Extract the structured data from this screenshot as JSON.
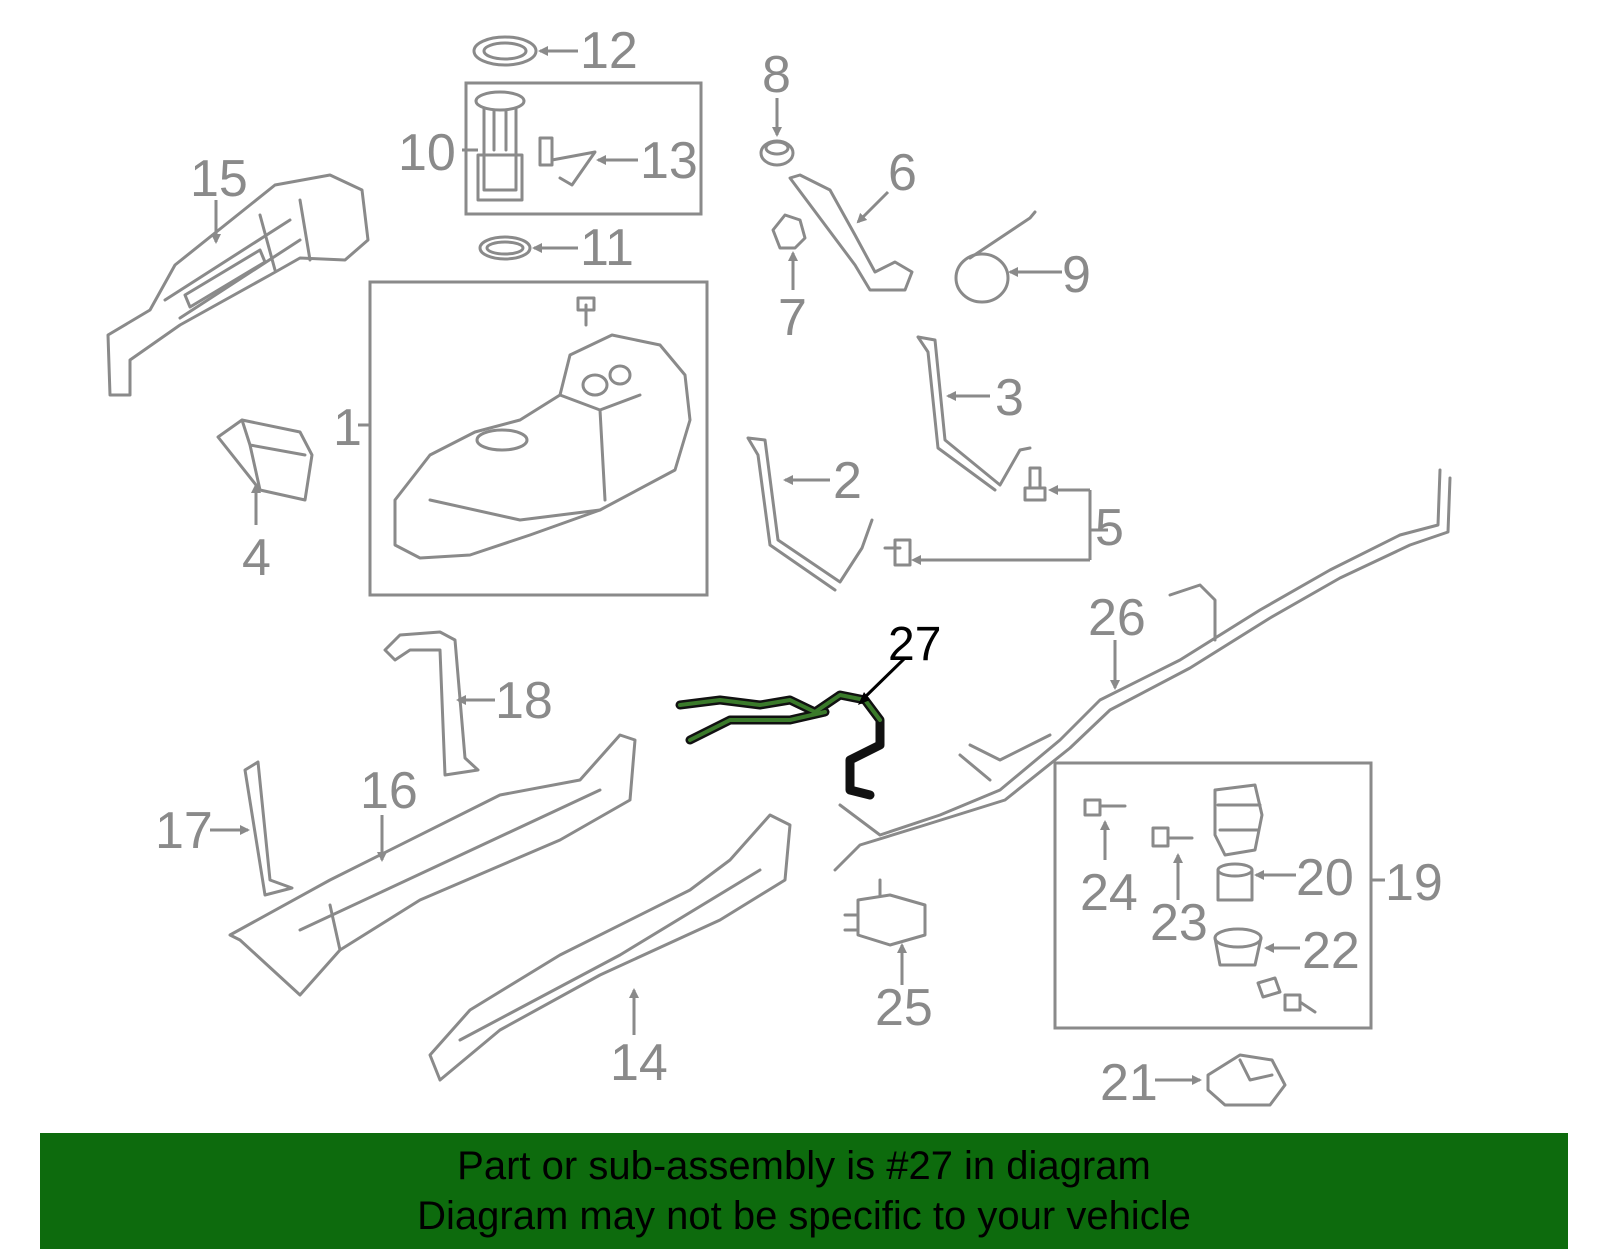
{
  "callouts": {
    "c1": "1",
    "c2": "2",
    "c3": "3",
    "c4": "4",
    "c5": "5",
    "c6": "6",
    "c7": "7",
    "c8": "8",
    "c9": "9",
    "c10": "10",
    "c11": "11",
    "c12": "12",
    "c13": "13",
    "c14": "14",
    "c15": "15",
    "c16": "16",
    "c17": "17",
    "c18": "18",
    "c19": "19",
    "c20": "20",
    "c21": "21",
    "c22": "22",
    "c23": "23",
    "c24": "24",
    "c25": "25",
    "c26": "26",
    "c27": "27"
  },
  "highlighted_part": "27",
  "banner": {
    "line1": "Part or sub-assembly is #27 in diagram",
    "line2": "Diagram may not be specific to your vehicle",
    "color": "#0d6b0d"
  }
}
